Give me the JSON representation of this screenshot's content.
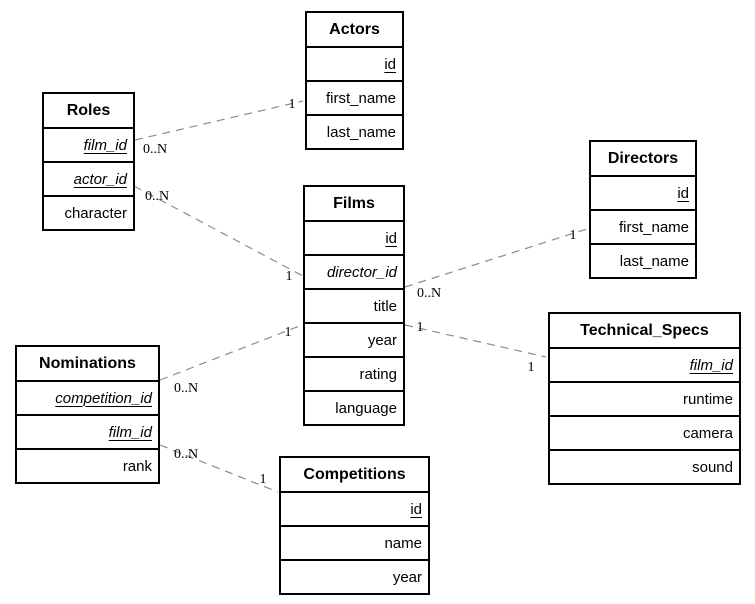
{
  "diagram": {
    "entities": {
      "actors": {
        "title": "Actors",
        "fields": [
          {
            "name": "id",
            "key": "pk"
          },
          {
            "name": "first_name",
            "key": ""
          },
          {
            "name": "last_name",
            "key": ""
          }
        ]
      },
      "roles": {
        "title": "Roles",
        "fields": [
          {
            "name": "film_id",
            "key": "pk fk"
          },
          {
            "name": "actor_id",
            "key": "pk fk"
          },
          {
            "name": "character",
            "key": ""
          }
        ]
      },
      "films": {
        "title": "Films",
        "fields": [
          {
            "name": "id",
            "key": "pk"
          },
          {
            "name": "director_id",
            "key": "fk"
          },
          {
            "name": "title",
            "key": ""
          },
          {
            "name": "year",
            "key": ""
          },
          {
            "name": "rating",
            "key": ""
          },
          {
            "name": "language",
            "key": ""
          }
        ]
      },
      "directors": {
        "title": "Directors",
        "fields": [
          {
            "name": "id",
            "key": "pk"
          },
          {
            "name": "first_name",
            "key": ""
          },
          {
            "name": "last_name",
            "key": ""
          }
        ]
      },
      "technical_specs": {
        "title": "Technical_Specs",
        "fields": [
          {
            "name": "film_id",
            "key": "pk fk"
          },
          {
            "name": "runtime",
            "key": ""
          },
          {
            "name": "camera",
            "key": ""
          },
          {
            "name": "sound",
            "key": ""
          }
        ]
      },
      "nominations": {
        "title": "Nominations",
        "fields": [
          {
            "name": "competition_id",
            "key": "pk fk"
          },
          {
            "name": "film_id",
            "key": "pk fk"
          },
          {
            "name": "rank",
            "key": ""
          }
        ]
      },
      "competitions": {
        "title": "Competitions",
        "fields": [
          {
            "name": "id",
            "key": "pk"
          },
          {
            "name": "name",
            "key": ""
          },
          {
            "name": "year",
            "key": ""
          }
        ]
      }
    },
    "edges": {
      "roles_actors": {
        "tail_label": "0..N",
        "head_label": "1"
      },
      "roles_films": {
        "tail_label": "0..N",
        "head_label": "1"
      },
      "films_directors": {
        "tail_label": "0..N",
        "head_label": "1"
      },
      "films_technical_specs": {
        "tail_label": "1",
        "head_label": "1"
      },
      "nominations_films": {
        "tail_label": "0..N",
        "head_label": "1"
      },
      "nominations_competitions": {
        "tail_label": "0..N",
        "head_label": "1"
      }
    },
    "colors": {
      "line": "#8c8c8c",
      "border": "#000000",
      "background": "#ffffff",
      "text": "#000000"
    }
  }
}
